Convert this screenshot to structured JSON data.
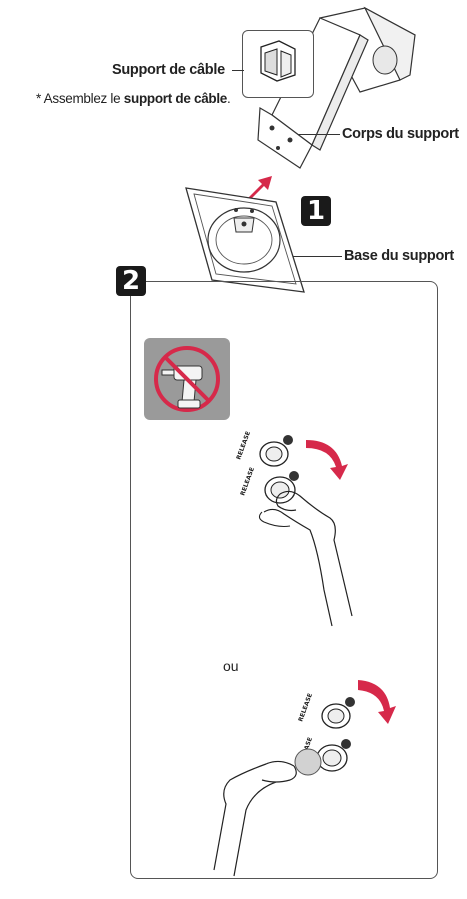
{
  "labels": {
    "cable_holder": "Support de câble",
    "stand_body": "Corps du support",
    "stand_base": "Base du support"
  },
  "note": {
    "prefix": "* Assemblez le ",
    "bold": "support de câble",
    "suffix": "."
  },
  "steps": {
    "step1": "1",
    "step2": "2"
  },
  "alt_text": "ou",
  "icons": {
    "no_drill": "no-power-drill-icon",
    "arrow": "curved-rotation-arrow-icon"
  },
  "colors": {
    "arrow_red": "#d6294a",
    "badge_dark": "#1a1a1a",
    "no_drill_bg": "#9a9a9a"
  }
}
